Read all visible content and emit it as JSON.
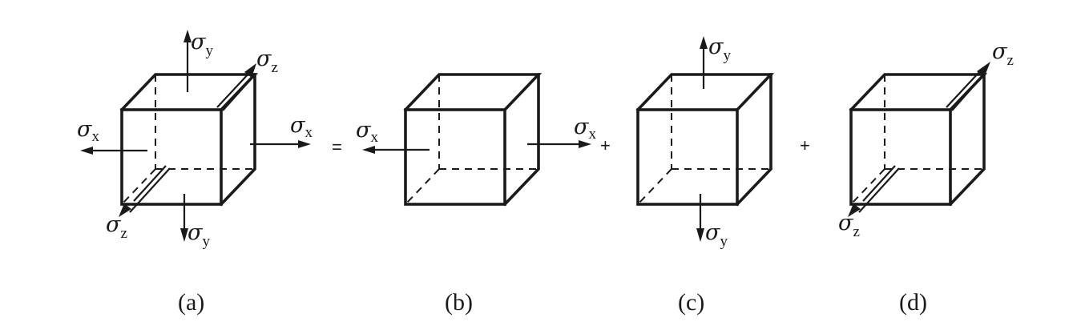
{
  "symbol": "σ",
  "operators": {
    "equals": "=",
    "plus": "+"
  },
  "panels": [
    {
      "id": "a",
      "caption": "(a)",
      "arrows": [
        "x",
        "y",
        "z"
      ]
    },
    {
      "id": "b",
      "caption": "(b)",
      "arrows": [
        "x"
      ]
    },
    {
      "id": "c",
      "caption": "(c)",
      "arrows": [
        "y"
      ]
    },
    {
      "id": "d",
      "caption": "(d)",
      "arrows": [
        "z"
      ]
    }
  ],
  "stress_labels": {
    "x": "x",
    "y": "y",
    "z": "z"
  }
}
